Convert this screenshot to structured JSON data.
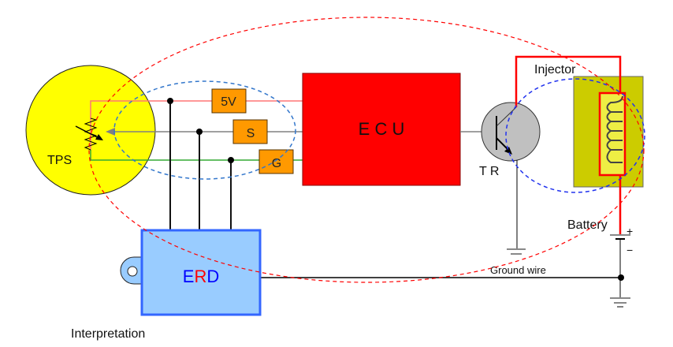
{
  "labels": {
    "tps": "TPS",
    "v5": "5V",
    "s": "S",
    "g": "G",
    "ecu": "E C U",
    "tr": "T R",
    "injector": "Injector",
    "battery": "Battery",
    "plus": "+",
    "minus": "−",
    "ground_wire": "Ground wire",
    "erd_e": "E",
    "erd_r": "R",
    "erd_d": "D",
    "caption": "Interpretation"
  },
  "colors": {
    "tps": "#ffff00",
    "ecu": "#ff0000",
    "connector": "#ff9900",
    "erd_fill": "#99ccff",
    "erd_border": "#3366ff",
    "transistor": "#c0c0c0",
    "injector_body": "#cccc00",
    "wire_5v": "#ff7777",
    "wire_s": "#808080",
    "wire_g": "#33aa33",
    "red_ellipse": "#ff0000",
    "blue_ellipse": "#3377cc"
  }
}
